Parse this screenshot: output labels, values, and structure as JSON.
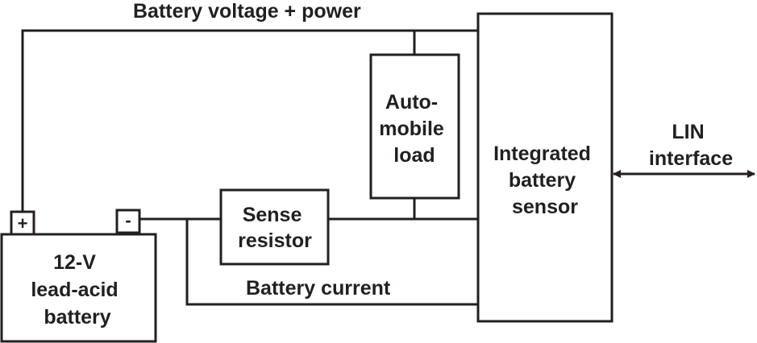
{
  "labels": {
    "voltage_power": "Battery voltage + power",
    "battery_current": "Battery current",
    "lin_line1": "LIN",
    "lin_line2": "interface"
  },
  "blocks": {
    "load": [
      "Auto-",
      "mobile",
      "load"
    ],
    "sensor": [
      "Integrated",
      "battery",
      "sensor"
    ],
    "resistor": [
      "Sense",
      "resistor"
    ],
    "battery": [
      "12-V",
      "lead-acid",
      "battery"
    ]
  },
  "terminals": {
    "positive": "+",
    "negative": "-"
  }
}
